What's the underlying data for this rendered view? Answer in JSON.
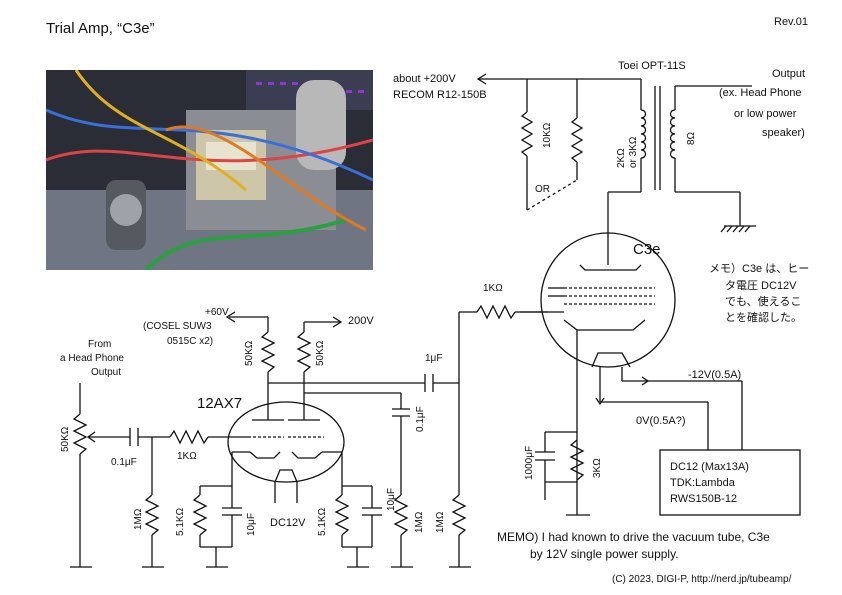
{
  "title": "Trial Amp, “C3e”",
  "revision": "Rev.01",
  "photo": {
    "description_icon": "amplifier-photo"
  },
  "power": {
    "b_plus_voltage": "about +200V",
    "b_plus_module": "RECOM R12-150B",
    "v60_label": "+60V",
    "v60_module_1": "(COSEL SUW3",
    "v60_module_2": "0515C x2)",
    "v200_label": "200V",
    "neg12": "-12V(0.5A)",
    "zero": "0V(0.5A?)",
    "psu_line1": "DC12 (Max13A)",
    "psu_line2": "TDK:Lambda",
    "psu_line3": "RWS150B-12"
  },
  "transformer": {
    "name": "Toei OPT-11S",
    "primary": "2KΩ",
    "primary_alt": "or 3KΩ",
    "secondary": "8Ω"
  },
  "output": {
    "line1": "Output",
    "line2": "(ex. Head Phone",
    "line3": "or low power",
    "line4": "speaker)"
  },
  "input": {
    "line1": "From",
    "line2": "a Head Phone",
    "line3": "Output"
  },
  "tubes": {
    "preamp": "12AX7",
    "power": "C3e",
    "heater": "DC12V"
  },
  "components": {
    "r_10k": "10KΩ",
    "or": "OR",
    "r_1k_grid": "1KΩ",
    "r_50k_a": "50KΩ",
    "r_50k_b": "50KΩ",
    "c_1uF": "1μF",
    "c_01uF_a": "0.1μF",
    "r_50k_pot": "50KΩ",
    "c_01uF_in": "0.1μF",
    "r_1k_in": "1KΩ",
    "r_1m_a": "1MΩ",
    "r_51k_a": "5.1KΩ",
    "c_10uF_a": "10μF",
    "r_51k_b": "5.1KΩ",
    "c_10uF_b": "10μF",
    "r_1m_b": "1MΩ",
    "r_1m_c": "1MΩ",
    "c_1000uF": "1000μF",
    "r_3k": "3KΩ"
  },
  "notes": {
    "memo_jp_1": "メモ）C3e は、ヒー",
    "memo_jp_2": "タ電圧 DC12V",
    "memo_jp_3": "でも、使えるこ",
    "memo_jp_4": "とを確認した。",
    "memo_en_1": "MEMO) I had known to drive the vacuum tube, C3e",
    "memo_en_2": "by 12V single power supply.",
    "copyright": "(C) 2023, DIGI-P, http://nerd.jp/tubeamp/"
  }
}
